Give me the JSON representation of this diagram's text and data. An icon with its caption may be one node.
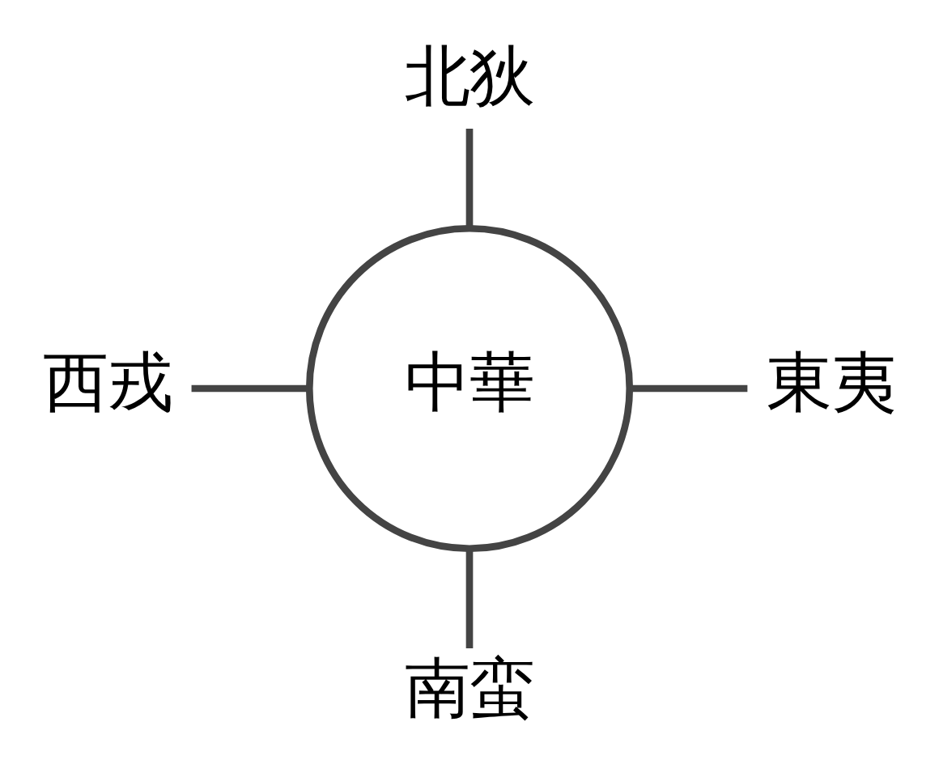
{
  "diagram": {
    "nodes": [
      {
        "text": [
          "北狄"
        ]
      },
      {
        "text": [
          "西戎"
        ]
      },
      {
        "text": [
          "中華"
        ]
      },
      {
        "text": [
          "東夷"
        ]
      },
      {
        "text": [
          "南蛮"
        ]
      }
    ],
    "edges": [
      {
        "from": 0,
        "to": 2,
        "arrow": "none"
      },
      {
        "from": 1,
        "to": 2,
        "arrow": "none"
      },
      {
        "from": 2,
        "to": 3,
        "arrow": "none"
      },
      {
        "from": 2,
        "to": 4,
        "arrow": "none"
      }
    ]
  }
}
